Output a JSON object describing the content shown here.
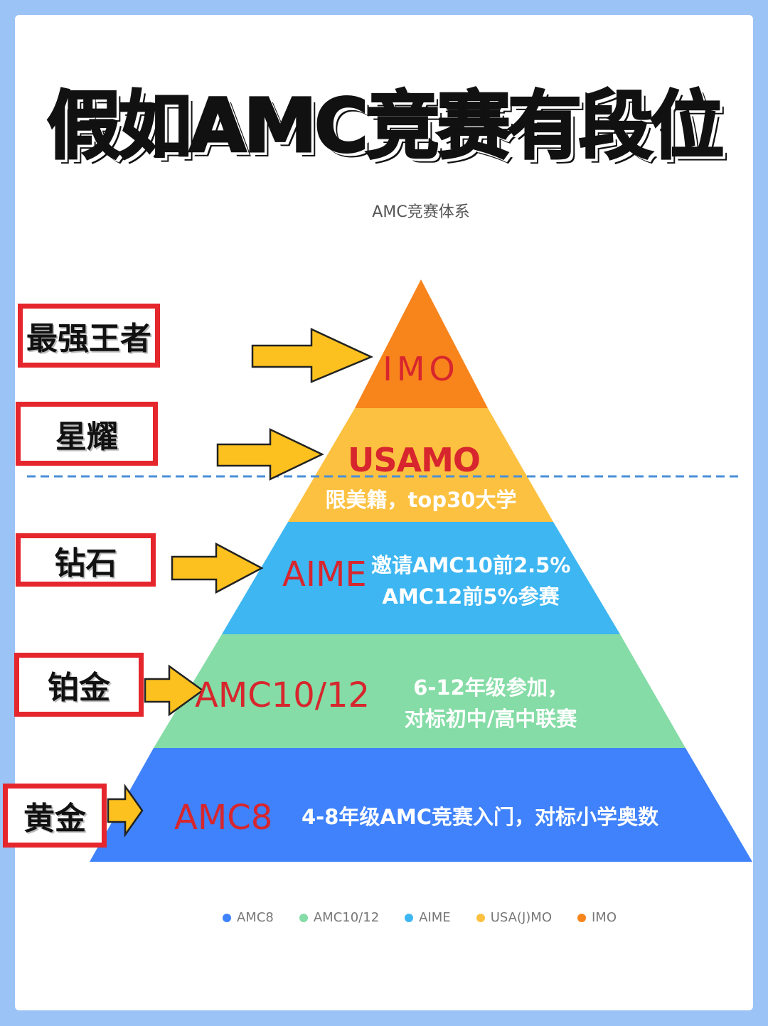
{
  "title": "假如AMC竞赛有段位",
  "subtitle": "AMC竞赛体系",
  "ranks": [
    "最强王者",
    "星耀",
    "钻石",
    "铂金",
    "黄金"
  ],
  "levels": {
    "imo": {
      "name": "IMO",
      "color": "#f8841c"
    },
    "usamo": {
      "name": "USAMO",
      "desc": "限美籍，top30大学",
      "color": "#fcc140"
    },
    "aime": {
      "name": "AIME",
      "desc1": "邀请AMC10前2.5%",
      "desc2": "AMC12前5%参赛",
      "color": "#3db6f2"
    },
    "amc1012": {
      "name": "AMC10/12",
      "desc1": "6-12年级参加，",
      "desc2": "对标初中/高中联赛",
      "color": "#85dca6"
    },
    "amc8": {
      "name": "AMC8",
      "desc": "4-8年级AMC竞赛入门，对标小学奥数",
      "color": "#3f82fb"
    }
  },
  "legend": [
    {
      "label": "AMC8",
      "color": "#3f82fb"
    },
    {
      "label": "AMC10/12",
      "color": "#85dca6"
    },
    {
      "label": "AIME",
      "color": "#3db6f2"
    },
    {
      "label": "USA(J)MO",
      "color": "#fcc140"
    },
    {
      "label": "IMO",
      "color": "#f8841c"
    }
  ],
  "arrow_color": "#fcc11e",
  "divider_color": "#4a8fd8"
}
